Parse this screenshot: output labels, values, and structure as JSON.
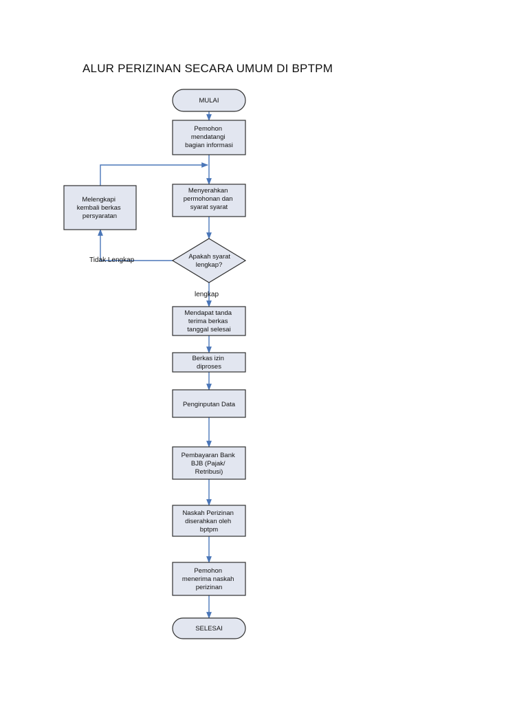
{
  "title": "ALUR PERIZINAN SECARA UMUM DI BPTPM",
  "nodes": {
    "start": [
      "MULAI"
    ],
    "n1": [
      "Pemohon",
      "mendatangi",
      "bagian informasi"
    ],
    "n2": [
      "Menyerahkan",
      "permohonan dan",
      "syarat syarat"
    ],
    "side": [
      "Melengkapi",
      "kembali berkas",
      "persyaratan"
    ],
    "decision": [
      "Apakah syarat",
      "lengkap?"
    ],
    "n3": [
      "Mendapat tanda",
      "terima berkas",
      "tanggal selesai"
    ],
    "n4": [
      "Berkas izin",
      "diproses"
    ],
    "n5": [
      "Penginputan Data"
    ],
    "n6": [
      "Pembayaran Bank",
      "BJB  (Pajak/",
      "Retribusi)"
    ],
    "n7": [
      "Naskah Perizinan",
      "diserahkan oleh",
      "bptpm"
    ],
    "n8": [
      "Pemohon",
      "menerima naskah",
      "perizinan"
    ],
    "end": [
      "SELESAI"
    ]
  },
  "edges": {
    "no_label": "Tidak Lengkap",
    "yes_label": "lengkap"
  },
  "colors": {
    "shape_fill": "#e2e6f0",
    "shape_stroke": "#2f2f2f",
    "connector": "#4a76b8"
  }
}
